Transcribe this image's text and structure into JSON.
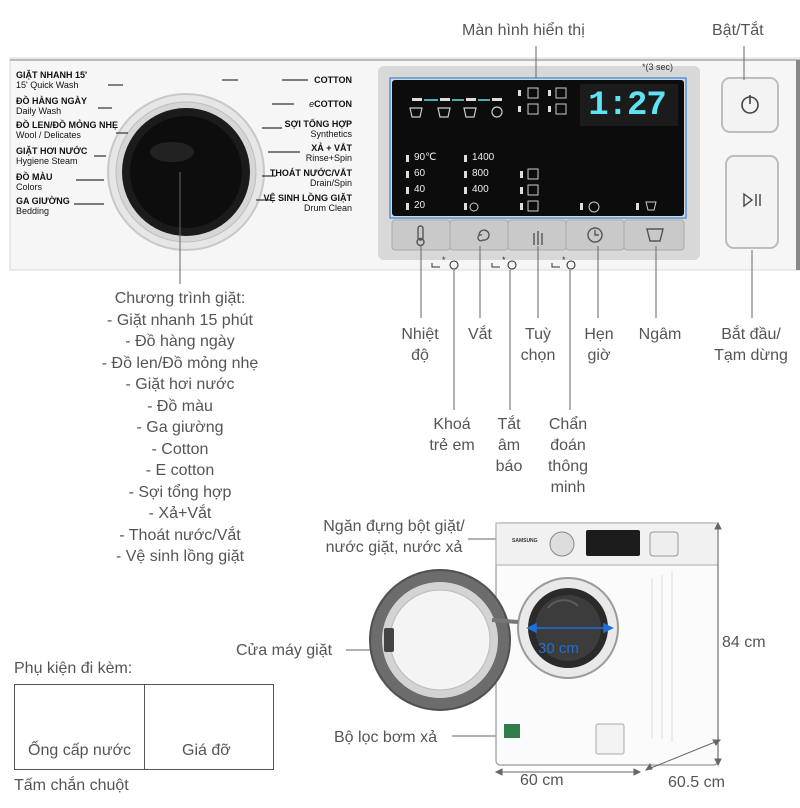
{
  "top_labels": {
    "display": "Màn hình hiển thị",
    "power": "Bật/Tắt",
    "three_sec_note": "*(3 sec)"
  },
  "dial_left_labels": [
    {
      "main": "GIẶT NHANH 15'",
      "sub": "15' Quick Wash"
    },
    {
      "main": "ĐỒ HÀNG NGÀY",
      "sub": "Daily Wash"
    },
    {
      "main": "ĐỒ LEN/ĐỒ MỎNG NHẸ",
      "sub": "Wool / Delicates"
    },
    {
      "main": "GIẶT HƠI NƯỚC",
      "sub": "Hygiene Steam"
    },
    {
      "main": "ĐỒ MÀU",
      "sub": "Colors"
    },
    {
      "main": "GA GIƯỜNG",
      "sub": "Bedding"
    }
  ],
  "dial_right_labels": [
    {
      "main": "COTTON",
      "sub": ""
    },
    {
      "main": "COTTON",
      "sub": ""
    },
    {
      "main": "SỢI TỔNG HỢP",
      "sub": "Synthetics"
    },
    {
      "main": "XẢ + VẮT",
      "sub": "Rinse+Spin"
    },
    {
      "main": "THOÁT NƯỚC/VẮT",
      "sub": "Drain/Spin"
    },
    {
      "main": "VỆ SINH LỒNG GIẶT",
      "sub": "Drum Clean"
    }
  ],
  "display_panel": {
    "time": "1:27",
    "temps": [
      "90℃",
      "60",
      "40",
      "20"
    ],
    "spins": [
      "1400",
      "800",
      "400"
    ]
  },
  "callouts": {
    "temperature": "Nhiệt độ",
    "spin": "Vắt",
    "options": "Tuỳ chọn",
    "timer": "Hẹn giờ",
    "soak": "Ngâm",
    "start_pause": "Bắt đầu/ Tạm dừng",
    "child_lock": "Khoá trẻ em",
    "sound_off": "Tắt âm báo",
    "smart_check": "Chẩn đoán thông minh",
    "detergent_drawer": "Ngăn đựng bột giặt/ nước giặt, nước xả",
    "door": "Cửa máy giặt",
    "drain_filter": "Bộ lọc bơm xả",
    "door_diameter": "30 cm"
  },
  "programs": {
    "title": "Chương trình giặt:",
    "items": [
      "- Giặt nhanh 15 phút",
      "- Đồ hàng ngày",
      "- Đồ len/Đồ mỏng nhẹ",
      "- Giặt hơi nước",
      "- Đồ màu",
      "- Ga giường",
      "- Cotton",
      "- E cotton",
      "- Sợi tổng hợp",
      "- Xả+Vắt",
      "- Thoát nước/Vắt",
      "- Vệ sinh lồng giặt"
    ]
  },
  "dimensions": {
    "height": "84 cm",
    "width": "60 cm",
    "depth": "60.5 cm"
  },
  "accessories": {
    "title": "Phụ kiện đi kèm:",
    "items": [
      "Ống cấp nước",
      "Giá đỡ"
    ],
    "extra": "Tấm chắn chuột"
  },
  "brand": "SAMSUNG",
  "colors": {
    "panel_bg": "#f4f4f4",
    "display_bg": "#111111",
    "led": "#5ee3f5",
    "text": "#555555",
    "line": "#666666"
  }
}
